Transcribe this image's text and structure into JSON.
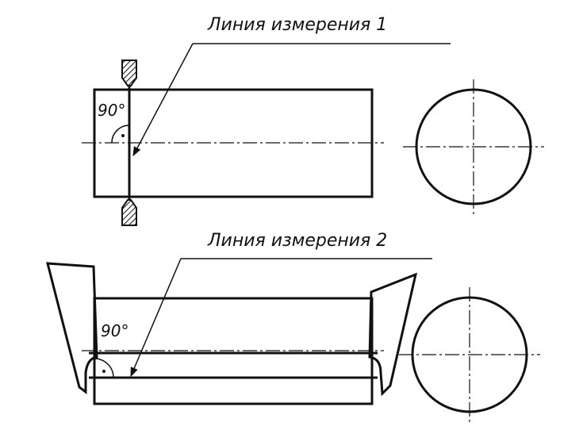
{
  "labels": {
    "measurement_line_1": "Линия измерения 1",
    "measurement_line_2": "Линия измерения 2",
    "angle_top": "90°",
    "angle_bottom": "90°"
  },
  "colors": {
    "ink": "#111111",
    "background": "#ffffff",
    "hatch": "#111111"
  }
}
